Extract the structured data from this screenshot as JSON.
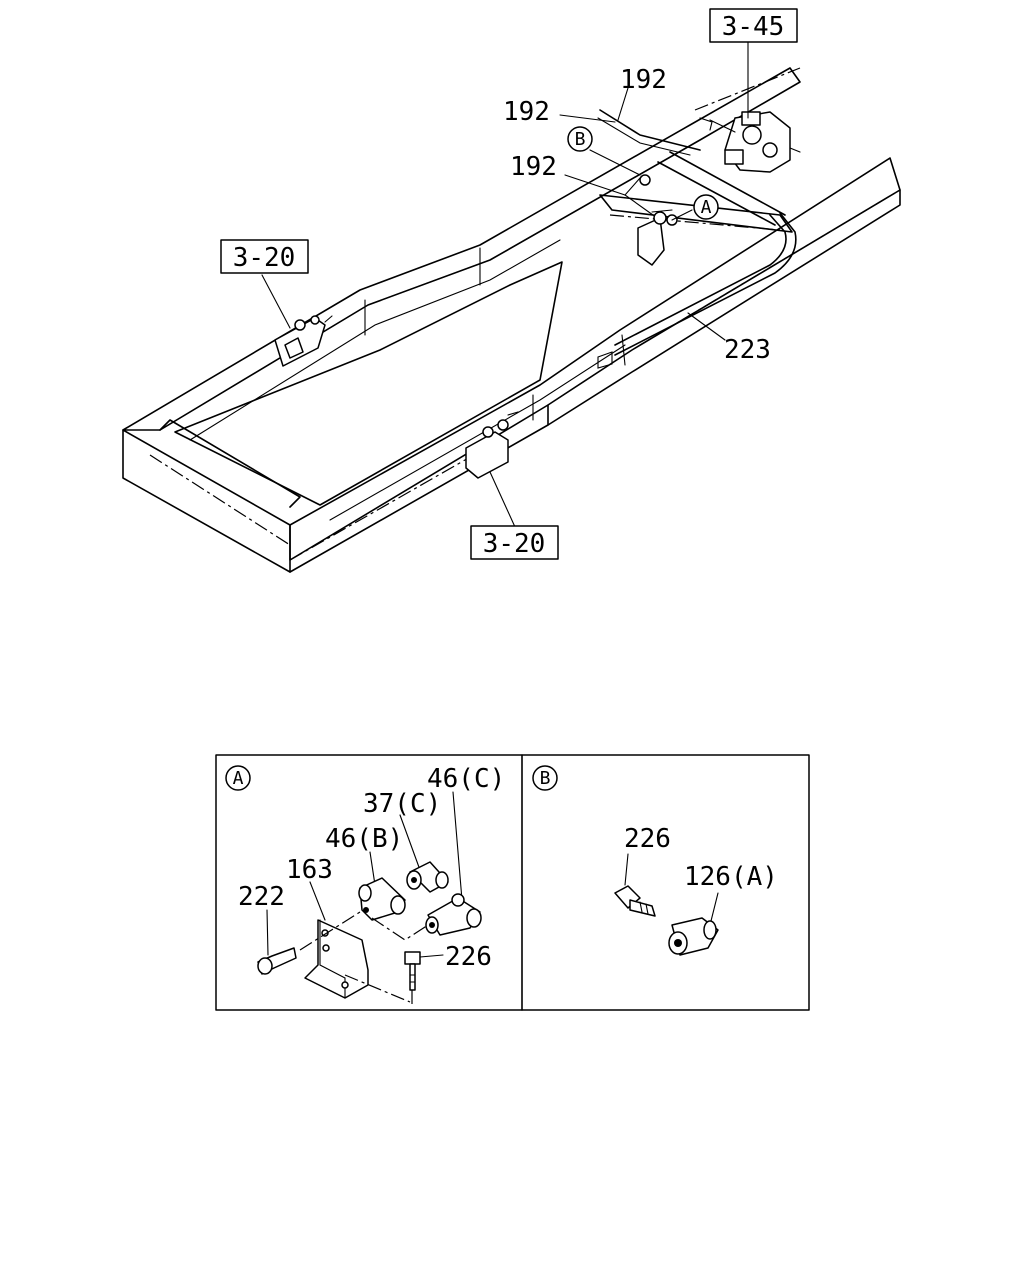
{
  "diagram": {
    "references": {
      "ref_3_45": "3-45",
      "ref_3_20_left": "3-20",
      "ref_3_20_bottom": "3-20"
    },
    "callouts": {
      "c192_top": "192",
      "c192_mid": "192",
      "c192_low": "192",
      "c223": "223",
      "marker_b": "B",
      "marker_a": "A"
    },
    "detail_a": {
      "marker": "A",
      "c46c": "46(C)",
      "c37c": "37(C)",
      "c46b": "46(B)",
      "c163": "163",
      "c222": "222",
      "c226": "226"
    },
    "detail_b": {
      "marker": "B",
      "c226": "226",
      "c126a": "126(A)"
    }
  }
}
